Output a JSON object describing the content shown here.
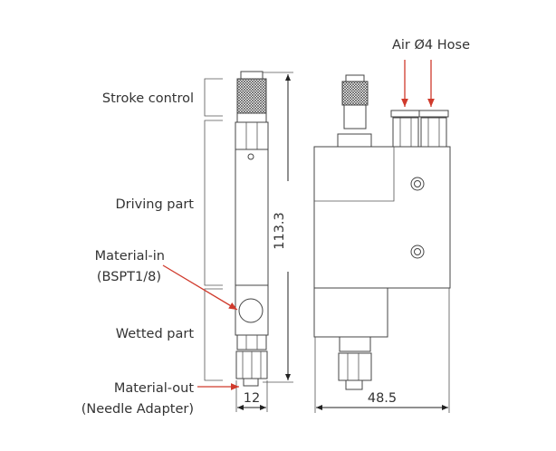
{
  "labels": {
    "stroke_control": "Stroke control",
    "driving_part": "Driving part",
    "material_in": "Material-in",
    "material_in_spec": "(BSPT1/8)",
    "wetted_part": "Wetted part",
    "material_out": "Material-out",
    "material_out_spec": "(Needle Adapter)",
    "air_hose": "Air Ø4 Hose"
  },
  "dimensions": {
    "height": "113.3",
    "side_width": "12",
    "front_width": "48.5"
  },
  "colors": {
    "arrow": "#d03a2c",
    "line": "#444444"
  }
}
